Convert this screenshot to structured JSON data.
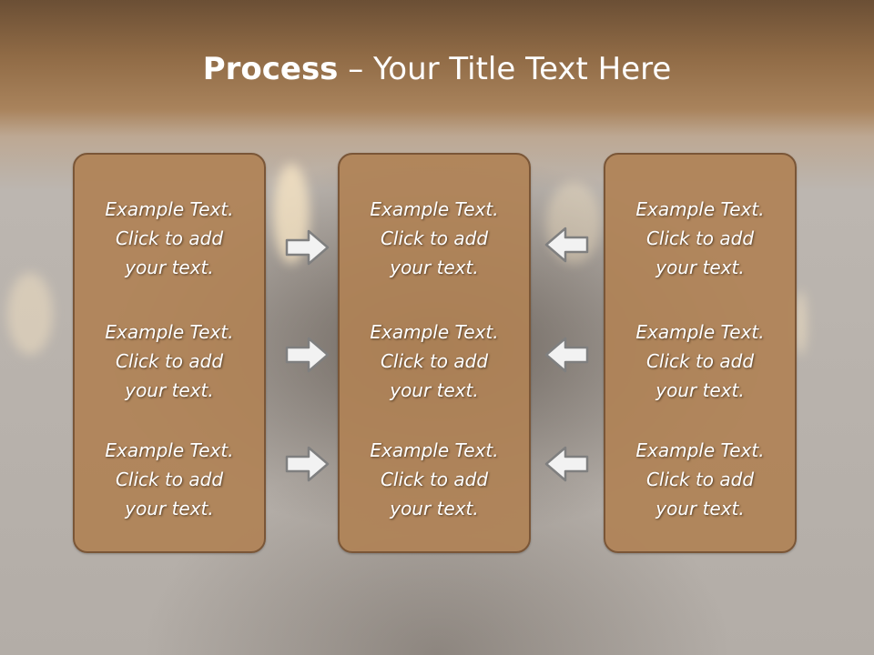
{
  "title": {
    "bold": "Process",
    "rest": " – Your Title Text Here"
  },
  "columns": [
    {
      "items": [
        "Example Text.\nClick  to add\nyour text.",
        "Example Text.\nClick  to add\nyour text.",
        "Example Text.\nClick  to add\nyour text."
      ]
    },
    {
      "items": [
        "Example Text.\nClick  to add\nyour text.",
        "Example Text.\nClick  to add\nyour text.",
        "Example Text.\nClick  to add\nyour text."
      ]
    },
    {
      "items": [
        "Example Text.\nClick  to add\nyour text.",
        "Example Text.\nClick  to add\nyour text.",
        "Example Text.\nClick  to add\nyour text."
      ]
    }
  ],
  "arrows": {
    "left_column": "arrow-right-icon",
    "right_column": "arrow-left-icon"
  },
  "colors": {
    "box_fill": "#b08256",
    "box_border": "#7a5637",
    "title_band": "#8f6a45",
    "arrow_fill": "#f2f2f2",
    "arrow_stroke": "#7f7f7f"
  }
}
